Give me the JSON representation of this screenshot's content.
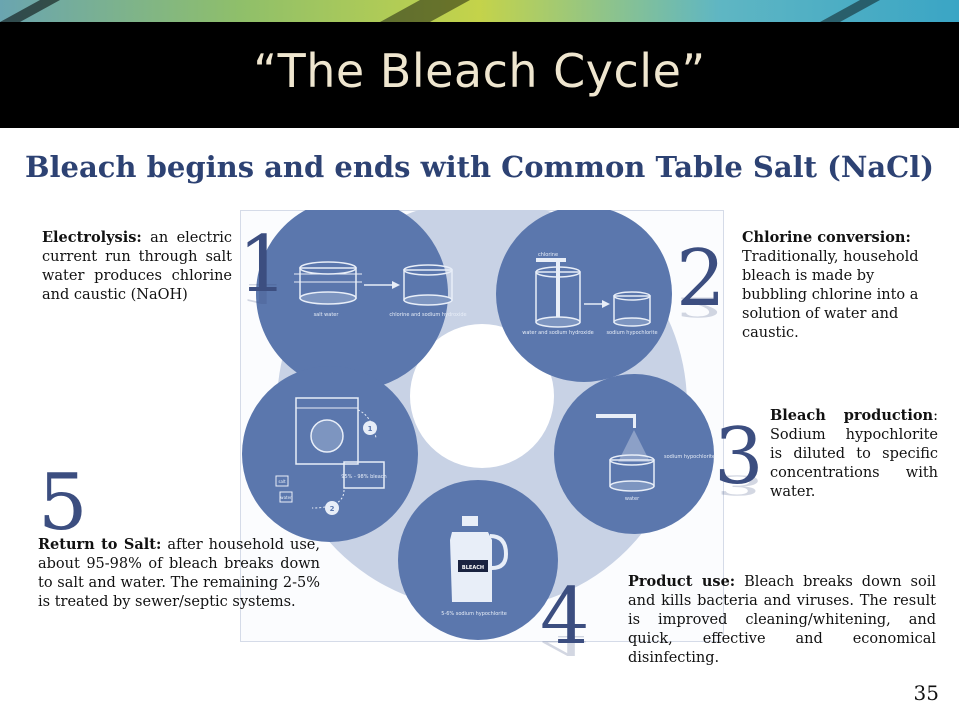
{
  "slide": {
    "title": "“The Bleach Cycle”",
    "subtitle": "Bleach begins and ends with Common Table Salt (NaCl)",
    "page_number": "35"
  },
  "steps": [
    {
      "number": "1",
      "heading": "Electrolysis:",
      "body": "an electric current run through salt water produces chlorine and caustic (NaOH)",
      "illustration_labels": [
        "salt water",
        "chlorine and sodium hydroxide"
      ]
    },
    {
      "number": "2",
      "heading": "Chlorine conversion:",
      "body": "Traditionally, household bleach is made by bubbling chlorine into a solution of water and caustic.",
      "illustration_labels": [
        "chlorine",
        "water and sodium hydroxide",
        "sodium hypochlorite"
      ]
    },
    {
      "number": "3",
      "heading": "Bleach production",
      "body": ": Sodium hypochlorite is diluted to specific concentrations with water.",
      "illustration_labels": [
        "sodium hypochlorite",
        "water"
      ]
    },
    {
      "number": "4",
      "heading": "Product use:",
      "body": "Bleach breaks down soil and kills bacteria and viruses. The result is improved cleaning/whitening, and quick, effective and economical disinfecting.",
      "illustration_labels": [
        "BLEACH",
        "5-6% sodium hypochlorite"
      ]
    },
    {
      "number": "5",
      "heading": "Return to Salt:",
      "body": "after household use, about 95-98% of bleach breaks down to salt and water. The remaining 2-5% is treated by sewer/septic systems.",
      "illustration_labels": [
        "95% - 98% bleach",
        "salt",
        "water"
      ]
    }
  ],
  "colors": {
    "header_bg": "#000000",
    "title_text": "#efe6cf",
    "subtitle_text": "#2d4273",
    "circle_fill": "#5b77ad",
    "ring_fill": "#c8d2e5",
    "numeral": "#3c4e80"
  }
}
